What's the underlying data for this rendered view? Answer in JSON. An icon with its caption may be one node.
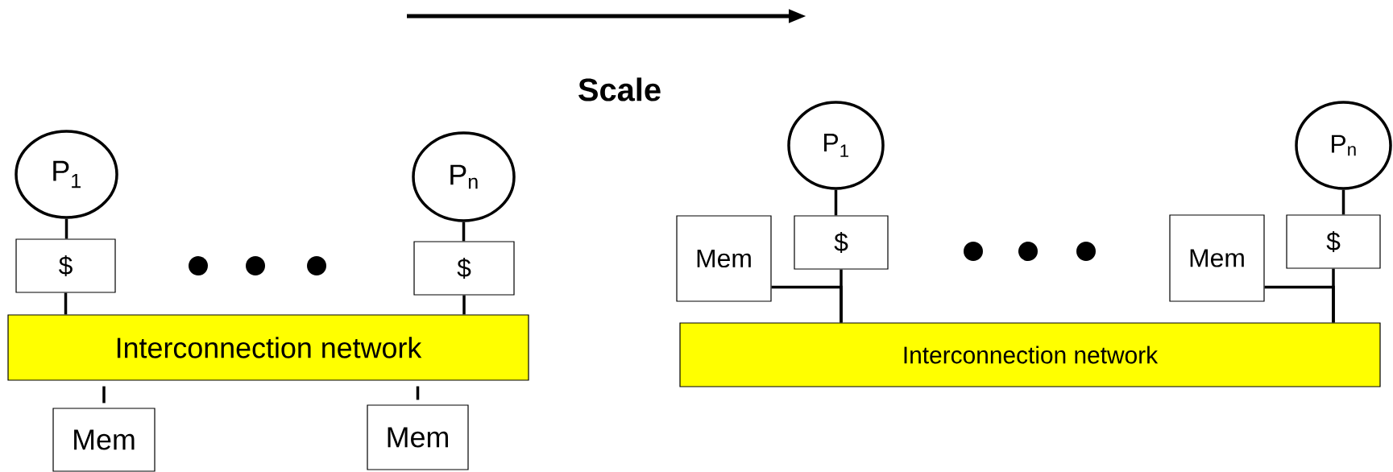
{
  "diagram": {
    "nodes": [
      {
        "text": [
          "P$_{1}$"
        ]
      },
      {
        "text": [
          "$"
        ]
      },
      {
        "text": [
          "P$_{n}$"
        ]
      },
      {
        "text": [
          "$"
        ]
      },
      {
        "text": [
          "Interconnection network"
        ]
      },
      {
        "text": [
          "Mem"
        ]
      },
      {
        "text": [
          "Mem"
        ]
      },
      {
        "text": [
          "P$_{1}$"
        ]
      },
      {
        "text": [
          "Mem"
        ]
      },
      {
        "text": [
          "$"
        ]
      },
      {
        "text": [
          "P$_{n}$"
        ]
      },
      {
        "text": [
          "Mem"
        ]
      },
      {
        "text": [
          "$"
        ]
      },
      {
        "text": [
          "Interconnection network"
        ]
      }
    ],
    "edges": [
      {
        "from": 0,
        "to": 1,
        "arrow": "none"
      },
      {
        "from": 1,
        "to": 4,
        "arrow": "none"
      },
      {
        "from": 2,
        "to": 3,
        "arrow": "none"
      },
      {
        "from": 3,
        "to": 4,
        "arrow": "none"
      },
      {
        "from": 4,
        "to": 5,
        "arrow": "none"
      },
      {
        "from": 4,
        "to": 6,
        "arrow": "none"
      },
      {
        "from": 7,
        "to": 9,
        "arrow": "none"
      },
      {
        "from": 9,
        "to": 13,
        "arrow": "none"
      },
      {
        "from": 8,
        "to": 13,
        "arrow": "none"
      },
      {
        "from": 10,
        "to": 12,
        "arrow": "none"
      },
      {
        "from": 12,
        "to": 13,
        "arrow": "none"
      },
      {
        "from": 11,
        "to": 13,
        "arrow": "none"
      }
    ],
    "labels": [
      "Scale"
    ]
  }
}
